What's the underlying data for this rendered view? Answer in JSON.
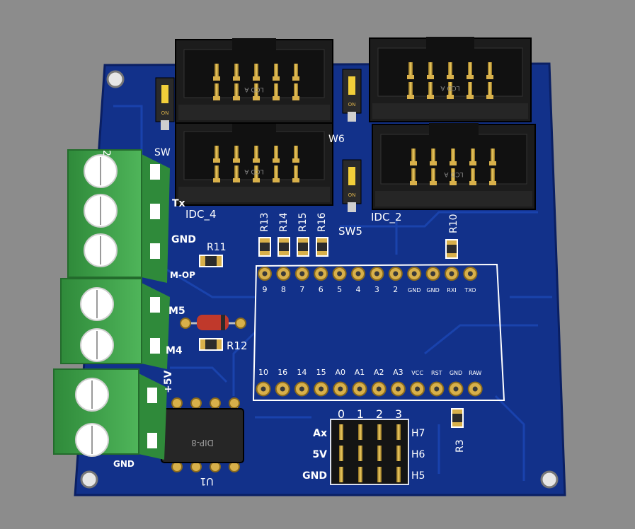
{
  "colors": {
    "background": "#8c8c8c",
    "board": "#12318a",
    "board_edge": "#0a1f63",
    "trace": "#1b45b0",
    "silk": "#ffffff",
    "pad_gold": "#d8b04a",
    "header_black": "#1c1c1c",
    "terminal_green": "#3fa14a",
    "diode_red": "#c0392b"
  },
  "idc_headers": [
    {
      "label": "IDC_4",
      "cap": "LCD A"
    },
    {
      "label": "",
      "cap": "LCD A"
    },
    {
      "label": "IDC_2",
      "cap": "LCD A"
    },
    {
      "label": "",
      "cap": "LCD A"
    }
  ],
  "switches": [
    {
      "label": "SW",
      "on": "ON"
    },
    {
      "label": "W6",
      "on": "ON"
    },
    {
      "label": "SW5",
      "on": "ON"
    }
  ],
  "resistors": [
    "R13",
    "R14",
    "R15",
    "R16",
    "R11",
    "R12",
    "R10",
    "R3"
  ],
  "terminal_labels": [
    "2",
    "Tx",
    "GND",
    "M-OP",
    "M5",
    "M4",
    "+5V",
    "GND"
  ],
  "mcu_top_pins": [
    "9",
    "8",
    "7",
    "6",
    "5",
    "4",
    "3",
    "2",
    "GND",
    "GND",
    "RXI",
    "TXO"
  ],
  "mcu_bottom_pins": [
    "10",
    "16",
    "14",
    "15",
    "A0",
    "A1",
    "A2",
    "A3",
    "VCC",
    "RST",
    "GND",
    "RAW"
  ],
  "ic": {
    "body": "DIP-8",
    "label": "U1"
  },
  "jumper_block": {
    "columns": [
      "0",
      "1",
      "2",
      "3"
    ],
    "rows_left": [
      "Ax",
      "5V",
      "GND"
    ],
    "rows_right": [
      "H7",
      "H6",
      "H5"
    ]
  }
}
